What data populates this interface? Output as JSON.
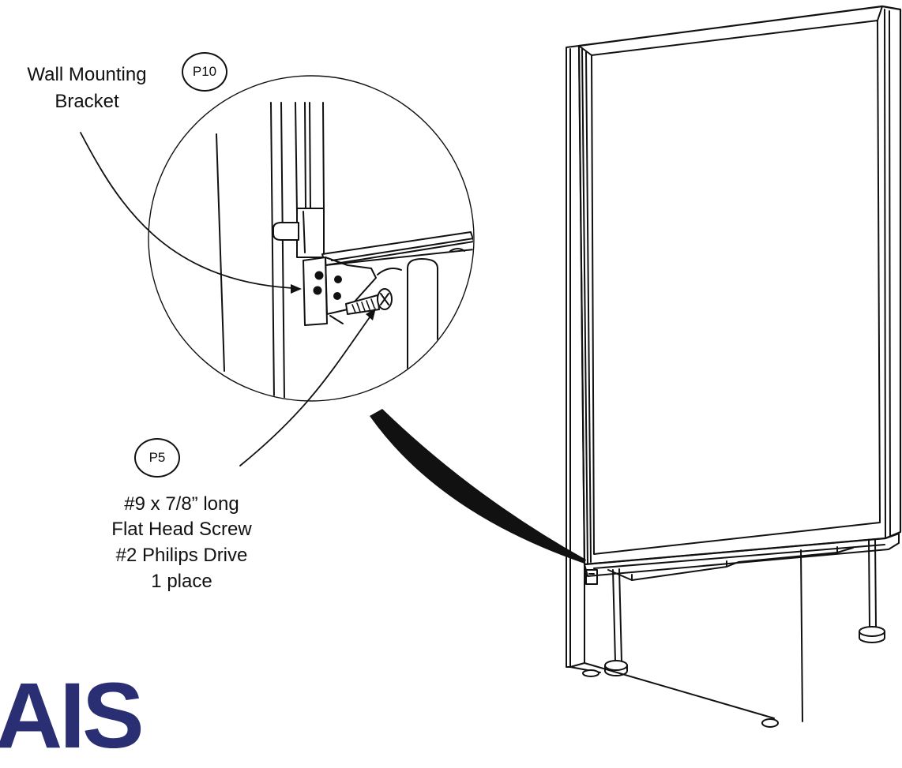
{
  "callouts": {
    "bracket": {
      "tag": "P10",
      "label_line1": "Wall Mounting",
      "label_line2": "Bracket"
    },
    "screw": {
      "tag": "P5",
      "line1": "#9 x 7/8” long",
      "line2": "Flat Head Screw",
      "line3": "#2 Philips Drive",
      "line4": "1 place"
    }
  },
  "logo": {
    "text": "AIS",
    "color": "#2a2f73"
  }
}
